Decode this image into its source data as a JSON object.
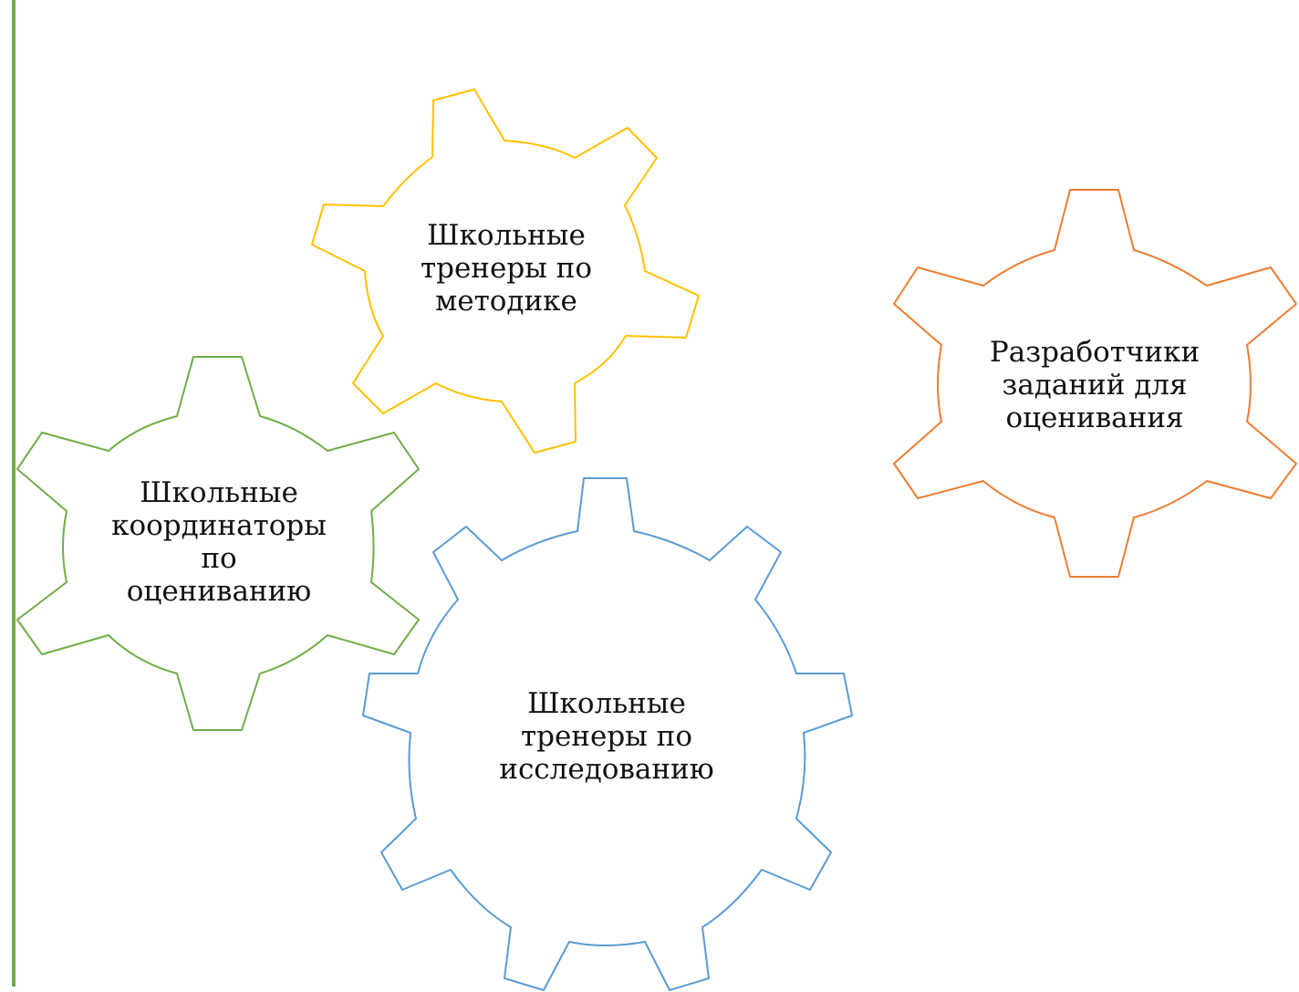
{
  "diagram": {
    "gears": [
      {
        "id": "methods-trainers",
        "color": "#ffc000",
        "lines": [
          "Школьные",
          "тренеры по",
          "методике"
        ]
      },
      {
        "id": "assessment-coordinators",
        "color": "#70ad47",
        "lines": [
          "Школьные",
          "координаторы",
          "по",
          "оцениванию"
        ]
      },
      {
        "id": "research-trainers",
        "color": "#5b9bd5",
        "lines": [
          "Школьные",
          "тренеры по",
          "исследованию"
        ]
      },
      {
        "id": "task-developers",
        "color": "#ed7d31",
        "lines": [
          "Разработчики",
          "заданий для",
          "оценивания"
        ]
      }
    ],
    "rule_color": "#70ad47"
  }
}
